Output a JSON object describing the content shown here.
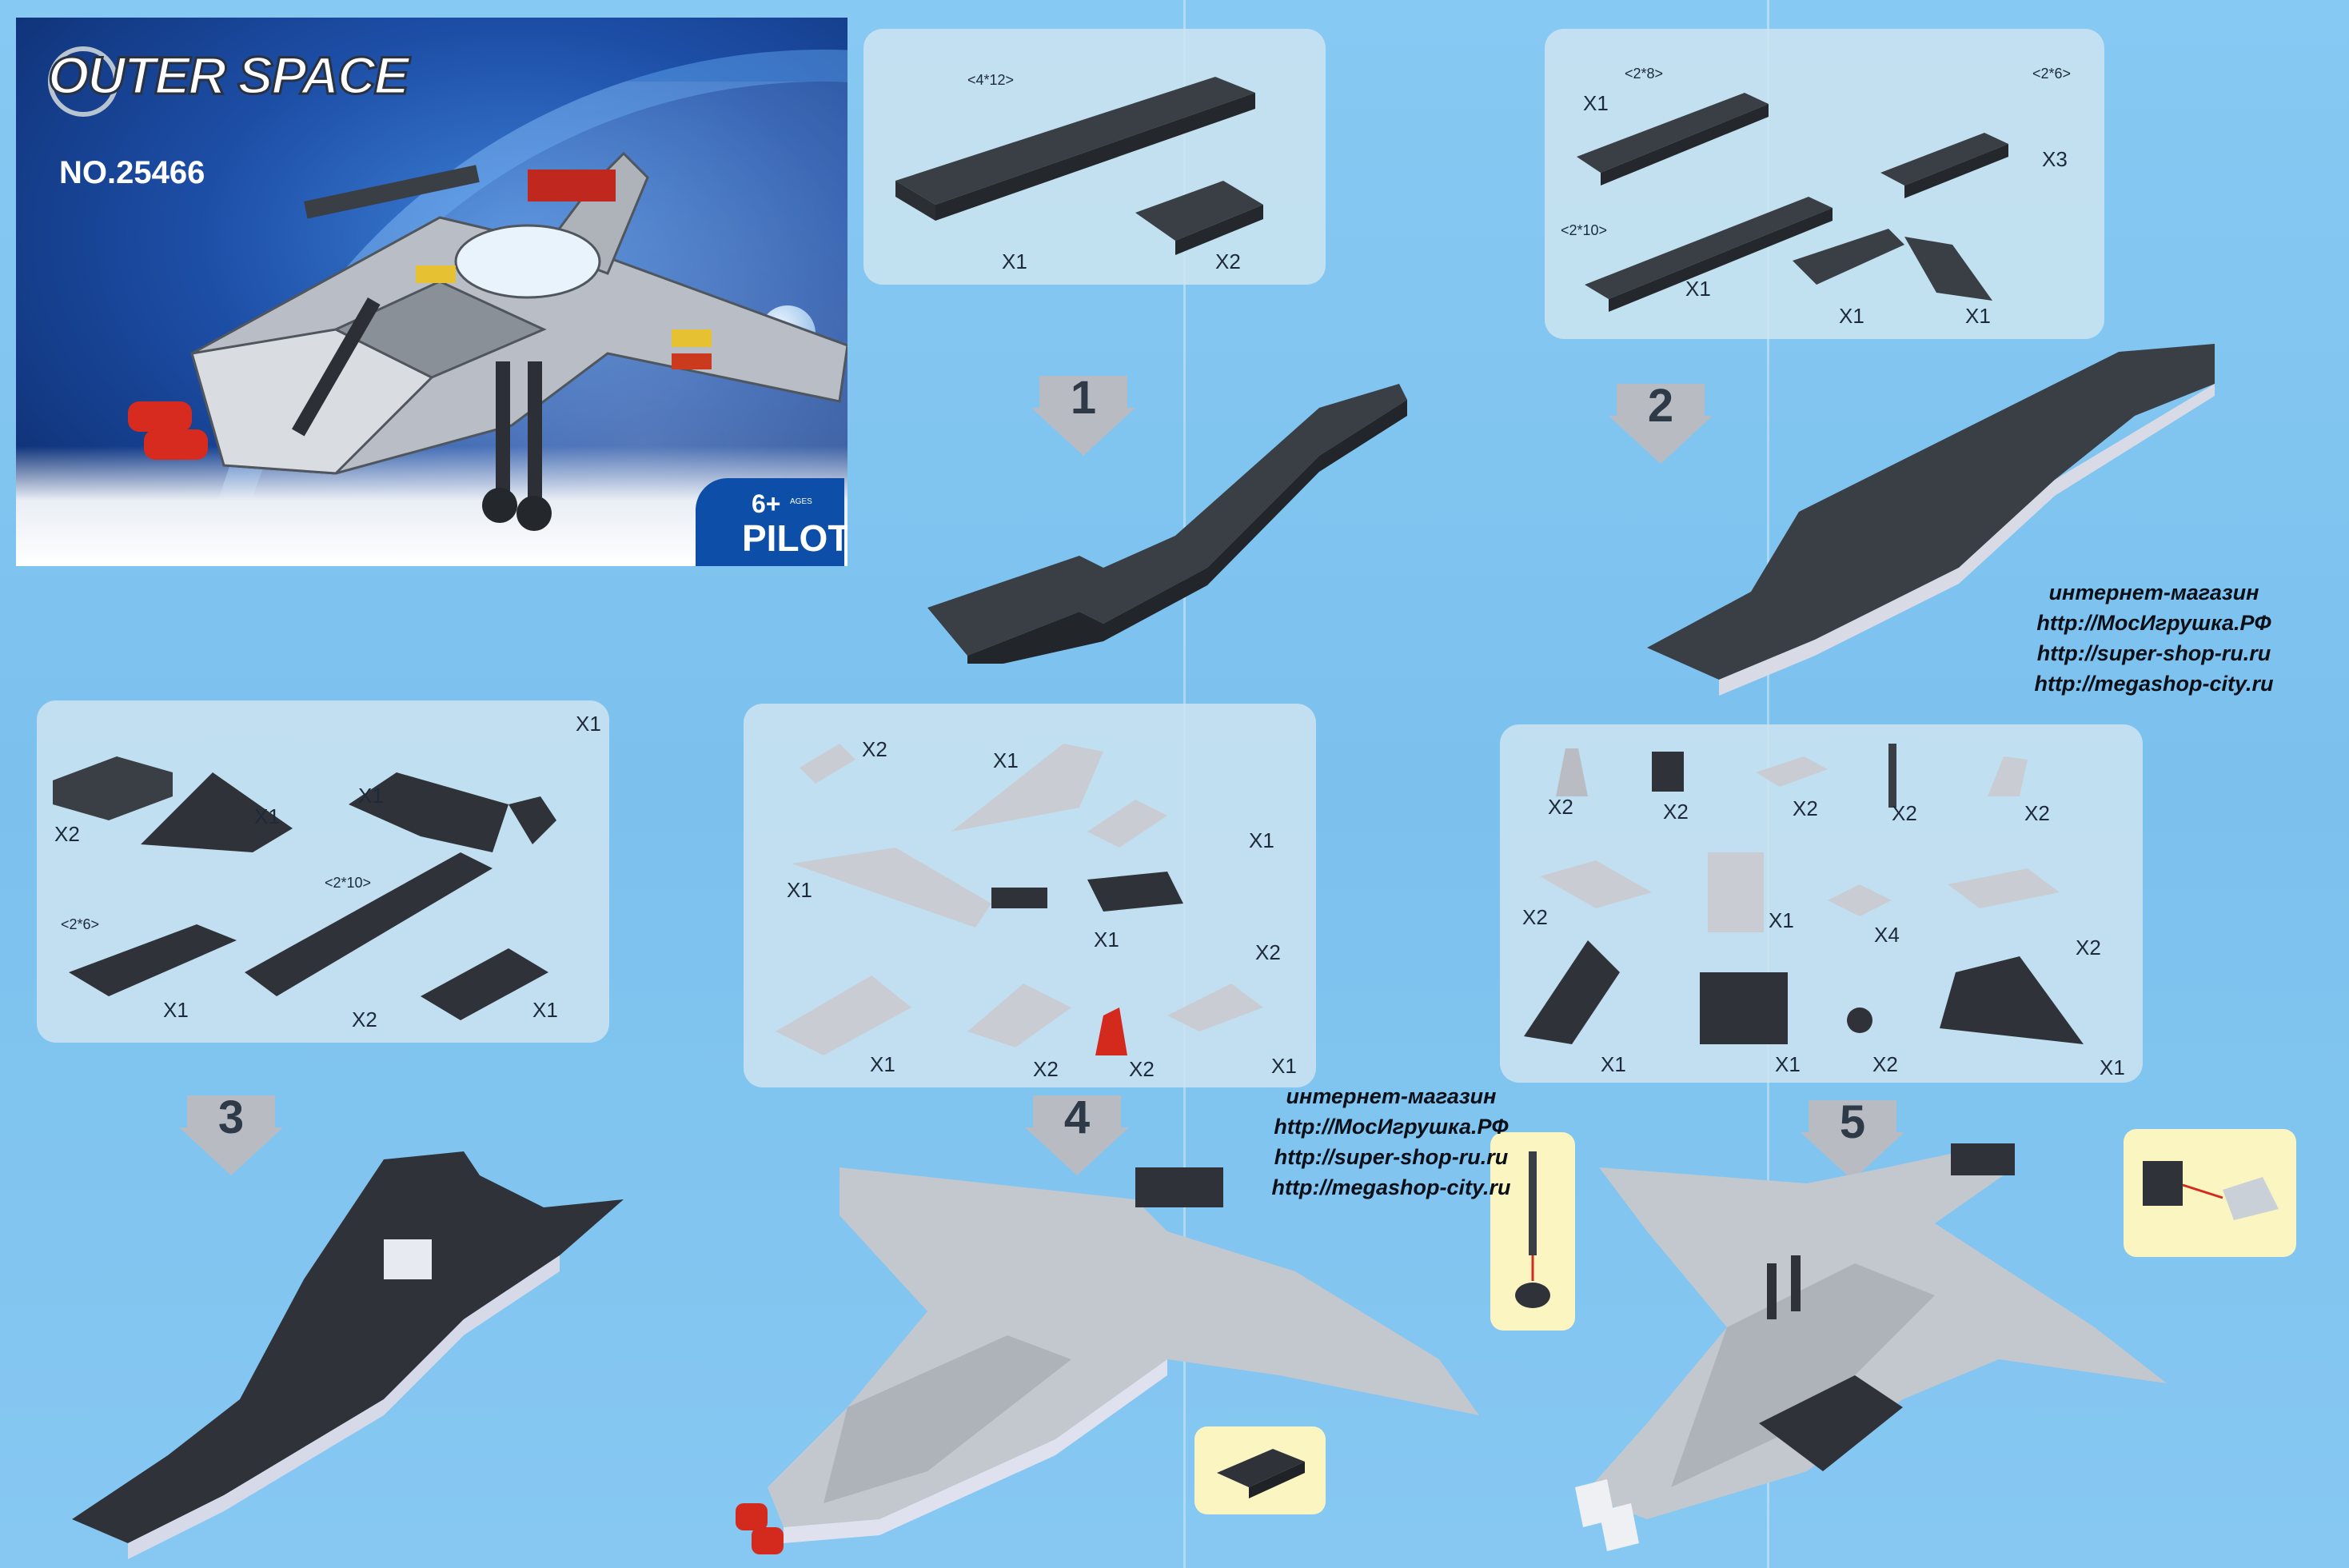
{
  "cover": {
    "logo": "OUTER SPACE",
    "set_number": "NO.25466",
    "age": "6+",
    "ages_label": "AGES",
    "series": "PILOT"
  },
  "colors": {
    "background": "#7fc4f0",
    "panel": "#cde4f0",
    "dark_brick": "#2f3339",
    "light_brick": "#c9cdd3",
    "callout": "#fbf5c2",
    "engine_red": "#d42a1e"
  },
  "steps": [
    {
      "number": "1",
      "parts": [
        {
          "dim": "<4*12>",
          "qty": "X1"
        },
        {
          "dim": "",
          "qty": "X2"
        }
      ]
    },
    {
      "number": "2",
      "parts": [
        {
          "dim": "<2*8>",
          "qty": "X1"
        },
        {
          "dim": "<2*6>",
          "qty": "X3"
        },
        {
          "dim": "<2*10>",
          "qty": "X1"
        },
        {
          "dim": "",
          "qty": "X1"
        },
        {
          "dim": "",
          "qty": "X1"
        }
      ]
    },
    {
      "number": "3",
      "parts": [
        {
          "dim": "",
          "qty": "X2"
        },
        {
          "dim": "",
          "qty": "X1"
        },
        {
          "dim": "",
          "qty": "X1"
        },
        {
          "dim": "",
          "qty": "X1"
        },
        {
          "dim": "<2*6>",
          "qty": "X1"
        },
        {
          "dim": "<2*10>",
          "qty": "X2"
        },
        {
          "dim": "",
          "qty": "X1"
        }
      ]
    },
    {
      "number": "4",
      "parts": [
        {
          "dim": "",
          "qty": "X2"
        },
        {
          "dim": "",
          "qty": "X1"
        },
        {
          "dim": "",
          "qty": "X1"
        },
        {
          "dim": "",
          "qty": "X1"
        },
        {
          "dim": "",
          "qty": "X1"
        },
        {
          "dim": "",
          "qty": "X2"
        },
        {
          "dim": "",
          "qty": "X1"
        },
        {
          "dim": "",
          "qty": "X2"
        },
        {
          "dim": "",
          "qty": "X2"
        },
        {
          "dim": "",
          "qty": "X1"
        }
      ]
    },
    {
      "number": "5",
      "parts": [
        {
          "dim": "",
          "qty": "X2"
        },
        {
          "dim": "",
          "qty": "X2"
        },
        {
          "dim": "",
          "qty": "X2"
        },
        {
          "dim": "",
          "qty": "X2"
        },
        {
          "dim": "",
          "qty": "X2"
        },
        {
          "dim": "",
          "qty": "X2"
        },
        {
          "dim": "",
          "qty": "X1"
        },
        {
          "dim": "",
          "qty": "X4"
        },
        {
          "dim": "",
          "qty": "X2"
        },
        {
          "dim": "",
          "qty": "X1"
        },
        {
          "dim": "",
          "qty": "X1"
        },
        {
          "dim": "",
          "qty": "X2"
        },
        {
          "dim": "",
          "qty": "X1"
        }
      ]
    }
  ],
  "watermark": {
    "line1": "интернет-магазин",
    "line2": "http://МосИгрушка.РФ",
    "line3": "http://super-shop-ru.ru",
    "line4": "http://megashop-city.ru"
  }
}
